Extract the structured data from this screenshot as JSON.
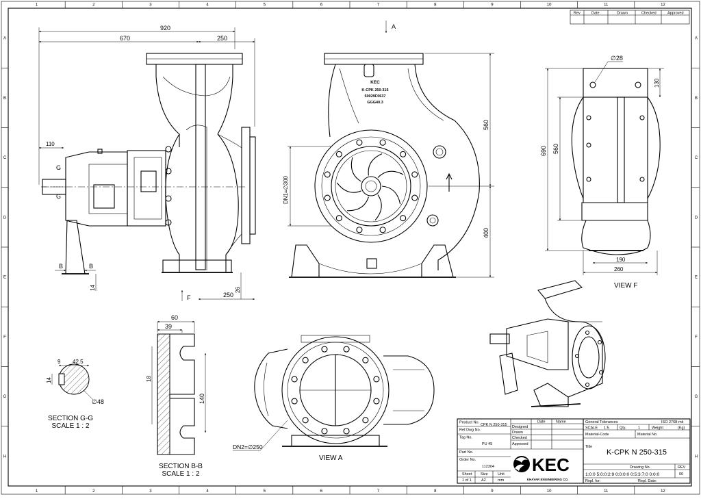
{
  "grid": {
    "top_columns": [
      "1",
      "2",
      "3",
      "4",
      "5",
      "6",
      "7",
      "8",
      "9",
      "10",
      "11",
      "12"
    ],
    "rows": [
      "A",
      "B",
      "C",
      "D",
      "E",
      "F",
      "G",
      "H"
    ]
  },
  "revision_table": {
    "headers": [
      "Rev",
      "Date",
      "Drawn",
      "Checked",
      "Approved"
    ]
  },
  "side_view": {
    "dims": {
      "overall": "920",
      "left": "670",
      "right": "250",
      "shaft": "110",
      "foot_h": "14",
      "foot_w": "250",
      "foot_off": "26"
    },
    "labels": {
      "g1": "G",
      "g2": "G",
      "b1": "B",
      "b2": "B",
      "f": "F"
    }
  },
  "front_view": {
    "nameplate": [
      "KEC",
      "K-CPK 250-315",
      "50029F0637",
      "GGG40.3"
    ],
    "dims": {
      "dn1": "DN1=∅300",
      "upper": "560",
      "lower": "400"
    },
    "labels": {
      "a": "A"
    }
  },
  "view_f": {
    "dims": {
      "hole": "∅28",
      "top": "130",
      "h_total": "690",
      "h_inner": "560",
      "w_inner": "190",
      "w_outer": "260"
    },
    "title": "VIEW F"
  },
  "section_bb": {
    "dims": {
      "w": "60",
      "w2": "39",
      "h1": "18",
      "h2": "140"
    },
    "title": [
      "SECTION B-B",
      "SCALE 1 : 2"
    ]
  },
  "section_gg": {
    "dims": {
      "a": "9",
      "b": "42.5",
      "c": "14",
      "dia": "∅48"
    },
    "title": [
      "SECTION G-G",
      "SCALE 1 : 2"
    ]
  },
  "view_a": {
    "dims": {
      "dn2": "DN2=∅250"
    },
    "title": "VIEW A"
  },
  "title_block": {
    "product_no_label": "Product No.",
    "product_no": "CPK N 250-315",
    "ref_dwg_label": "Ref.Dwg No.",
    "tag_no_label": "Tag No.",
    "tag_no": "PU 45",
    "part_no_label": "Part No.",
    "order_no_label": "Order No.",
    "order_no": "112304",
    "sheet_label": "Sheet",
    "size_label": "Size",
    "unit_label": "Unit",
    "sheet": "1 of 1",
    "size": "A2",
    "unit": "mm",
    "date_label": "Date",
    "name_label": "Name",
    "rows": [
      "Designed",
      "Drawn",
      "Checked",
      "Approved"
    ],
    "general_tol_label": "General Tolerances",
    "iso": "ISO 2768-mk",
    "scale_label": "SCALE",
    "scale": "1:5",
    "qty_label": "Qty.",
    "qty": "1",
    "weight_label": "Weight",
    "weight_unit": "(Kg)",
    "material_code_label": "Material-Code",
    "material_no_label": "Material No.",
    "title_label": "Title",
    "title": "K-CPK N 250-315",
    "drawing_no_label": "Drawing No.",
    "rev_label": "REV",
    "rev": "00",
    "drawing_no": "1:0:0 5:0:0:2:9 0:0:0:0 0:5:3:7:0 0:0:0",
    "repl_for_label": "Repl. for:",
    "repl_by_label": "Repl. Date:",
    "logo_text": "KEC",
    "logo_sub": "KHAYAR ENGINEERING CO."
  }
}
